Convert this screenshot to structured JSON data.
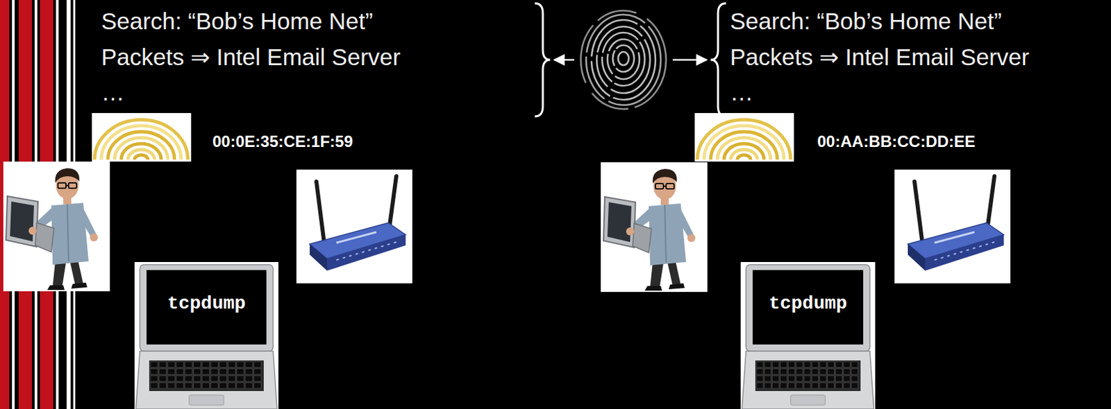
{
  "diagram": {
    "nodes": [
      {
        "text": [
          "tcpdump"
        ]
      },
      {
        "text": [
          "tcpdump"
        ]
      }
    ],
    "labels": [
      "Search: “Bob’s Home Net”",
      "Packets ⇒ Intel Email Server",
      "…",
      "00:0E:35:CE:1F:59",
      "Search: “Bob’s Home Net”",
      "Packets ⇒ Intel Email Server",
      "…",
      "00:AA:BB:CC:DD:EE"
    ]
  }
}
